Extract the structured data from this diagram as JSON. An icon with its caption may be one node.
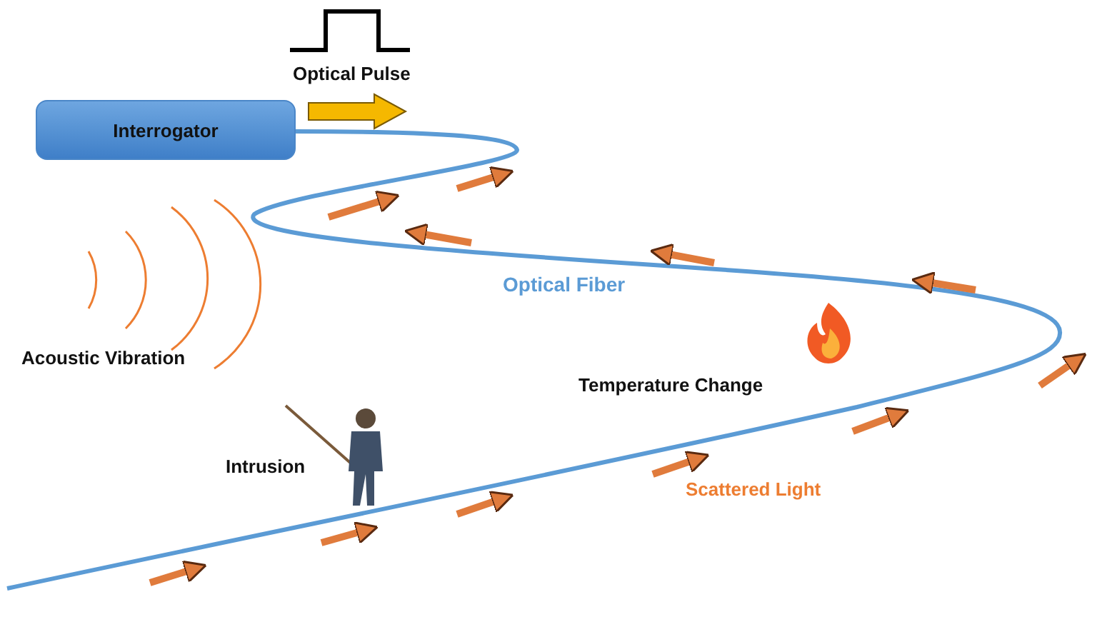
{
  "diagram": {
    "nodes": [
      {
        "text": [
          "Interrogator"
        ]
      }
    ],
    "labels": [
      "Optical Pulse",
      "Optical Fiber",
      "Acoustic Vibration",
      "Temperature Change",
      "Intrusion",
      "Scattered Light"
    ]
  }
}
